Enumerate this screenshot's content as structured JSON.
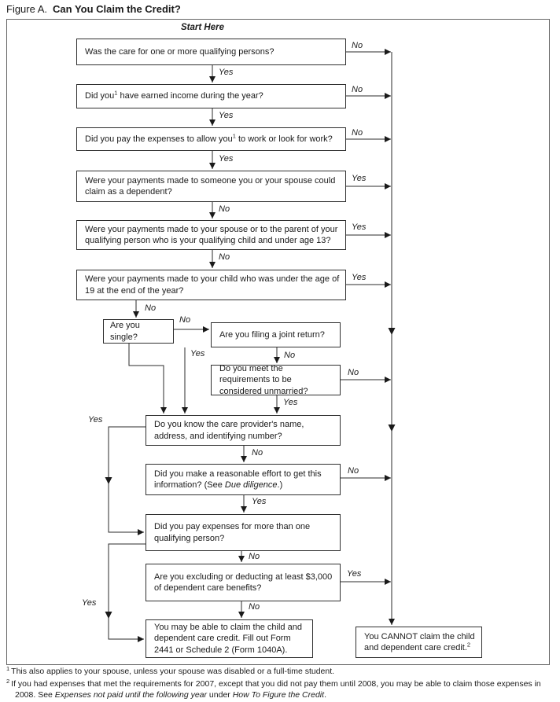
{
  "title": {
    "prefix": "Figure A.",
    "main": "Can You Claim the Credit?"
  },
  "start_here": "Start Here",
  "labels": {
    "yes": "Yes",
    "no": "No"
  },
  "boxes": {
    "q1": "Was the care for one or more qualifying persons?",
    "q2": {
      "pre": "Did you",
      "sup": "1",
      "post": " have earned income during the year?"
    },
    "q3": {
      "pre": "Did you pay the expenses to allow you",
      "sup": "1",
      "post": " to work or look for work?"
    },
    "q4": "Were your payments made to someone you or your spouse could claim as a dependent?",
    "q5": "Were your payments made to your spouse or to the parent of your qualifying person who is your qualifying child and under age 13?",
    "q6": "Were your payments made to your child who was under the age of 19 at the end of the year?",
    "q7": "Are you single?",
    "q8": "Are you filing a joint return?",
    "q9": "Do you meet the requirements to be considered unmarried?",
    "q10": "Do you know the care provider's name, address, and identifying number?",
    "q11": {
      "pre": "Did you make a reasonable effort to get this information? (See ",
      "italic": "Due diligence",
      "post": ".)"
    },
    "q12": "Did you pay expenses for more than one qualifying person?",
    "q13": "Are you excluding or deducting at least $3,000 of dependent care benefits?",
    "result_yes": "You may be able to claim the child and dependent care credit. Fill out Form 2441 or Schedule 2 (Form 1040A).",
    "result_no": {
      "pre": "You CANNOT claim the child and dependent care credit.",
      "sup": "2"
    }
  },
  "footnotes": {
    "f1": {
      "sup": "1",
      "text": "This also applies to your spouse, unless your spouse was disabled or a full-time student."
    },
    "f2": {
      "sup": "2",
      "pre": "If you had expenses that met the requirements for 2007, except that you did not pay them until 2008, you may be able to claim those expenses in 2008. See ",
      "italic1": "Expenses not paid until the following year",
      "mid": " under ",
      "italic2": "How To Figure the Credit",
      "post": "."
    }
  }
}
